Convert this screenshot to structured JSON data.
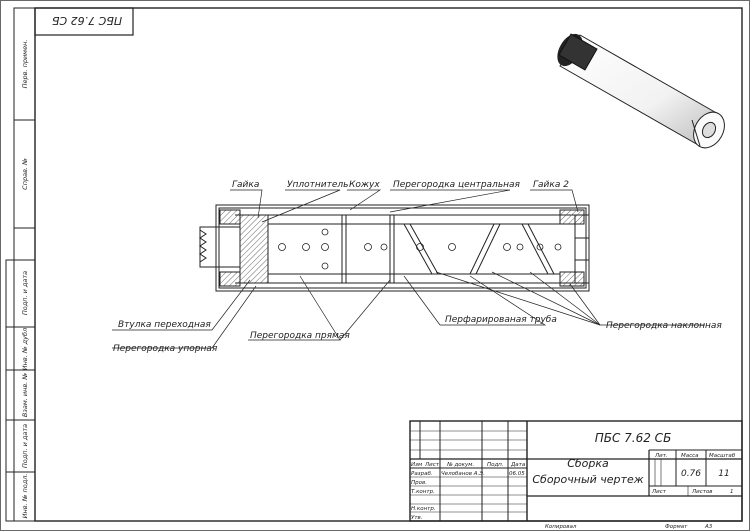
{
  "top_stamp": "ПБС 7.62 СБ",
  "side_strip": [
    "Перв. примен.",
    "Справ. №",
    "Подп. и дата",
    "Инв. № дубл.",
    "Взам. инв. №",
    "Подп. и дата",
    "Инв. № подл."
  ],
  "callouts": {
    "gaika": "Гайка",
    "uplotnitel": "Уплотнитель",
    "kozhukh": "Кожух",
    "peregorodka_centralnaya": "Перегородка центральная",
    "gaika2": "Гайка 2",
    "vtulka": "Втулка переходная",
    "peregorodka_upornaya": "Перегородка упорная",
    "peregorodka_pryamaya": "Перегородка прямая",
    "perf_truba": "Перфарированая труба",
    "peregorodka_naklonnaya": "Перегородка наклонная"
  },
  "title_block": {
    "designation": "ПБС 7.62 СБ",
    "name_line1": "Сборка",
    "name_line2": "Сборочный чертеж",
    "col_headers": [
      "Изм",
      "Лист",
      "№ докум.",
      "Подп.",
      "Дата"
    ],
    "roles": [
      "Разраб.",
      "Пров.",
      "Т.контр.",
      "Н.контр.",
      "Утв."
    ],
    "developer": "Челобанов А.Э.",
    "date": "06.05",
    "lit_label": "Лит.",
    "mass_label": "Масса",
    "scale_label": "Масштаб",
    "mass": "0.76",
    "scale": "11",
    "sheet_label": "Лист",
    "sheets_label": "Листов",
    "sheets": "1",
    "copied": "Копировал",
    "format": "Формат",
    "format_value": "А3"
  }
}
